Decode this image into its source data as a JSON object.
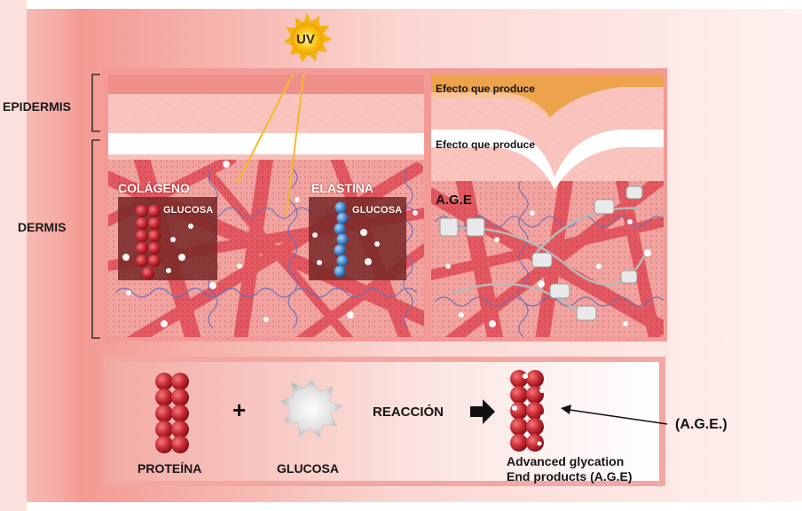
{
  "labels": {
    "uv": "UV",
    "epidermis": "EPIDERMIS",
    "dermis": "DERMIS",
    "colageno": "COLÁGENO",
    "elastina": "ELASTINA",
    "glucosa_box_1": "GLUCOSA",
    "glucosa_box_2": "GLUCOSA",
    "effect_1": "Efecto que produce",
    "effect_2": "Efecto que produce",
    "age_panel": "A.G.E",
    "plus": "+",
    "reaccion": "REACCIÓN",
    "proteina": "PROTEÍNA",
    "glucosa_bottom": "GLUCOSA",
    "age_line1": "Advanced glycation",
    "age_line2": "End products (A.G.E)",
    "age_callout": "(A.G.E.)"
  },
  "colors": {
    "skin": "#f6a5a5",
    "fiber": "#e0525a",
    "epidermis_band": "#f4a79f",
    "effect_orange": "#eda24c",
    "dark_box": "#7a2a28"
  }
}
